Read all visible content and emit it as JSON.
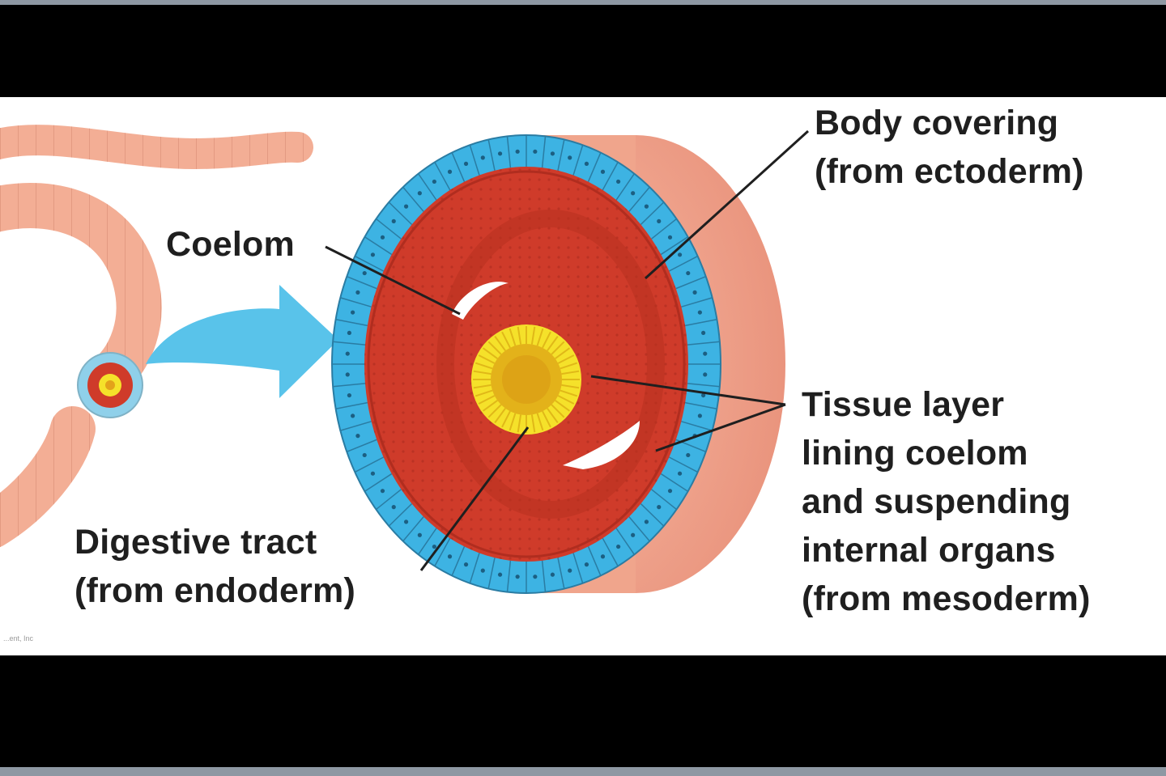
{
  "colors": {
    "background_band": "#000000",
    "panel": "#ffffff",
    "worm": "#f3ae95",
    "muscle": "#cf3b2a",
    "cells": "#3db3e3",
    "gut": "#f5e12a",
    "arrow": "#59c3ea",
    "text": "#1f1f1f"
  },
  "labels": {
    "body_covering": [
      "Body covering",
      "(from ectoderm)"
    ],
    "coelom": "Coelom",
    "tissue_layer": [
      "Tissue layer",
      "lining coelom",
      "and suspending",
      "internal organs",
      "(from mesoderm)"
    ],
    "digestive_tract": [
      "Digestive tract",
      "(from endoderm)"
    ],
    "credit": "...ent, Inc"
  }
}
